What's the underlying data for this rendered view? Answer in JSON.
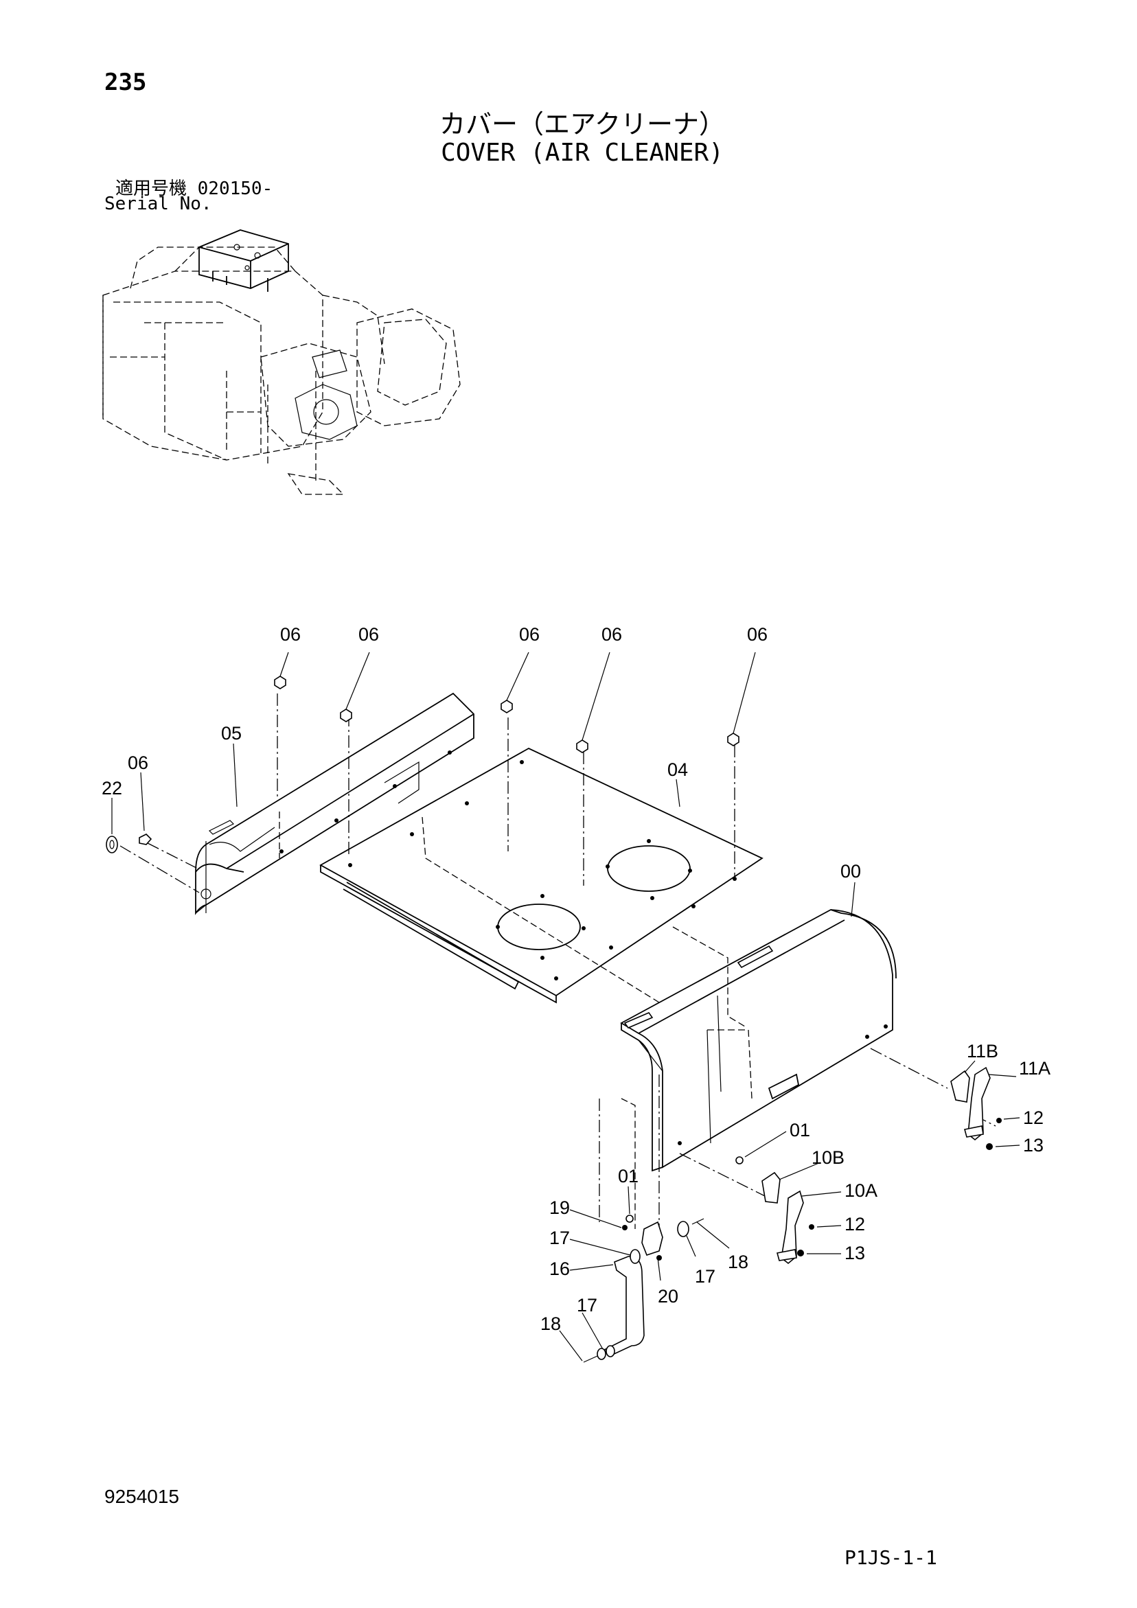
{
  "header": {
    "page_number": "235",
    "title_jp": "カバー（エアクリーナ）",
    "title_en": "COVER (AIR CLEANER)",
    "serial_jp": "適用号機  020150-",
    "serial_en": "Serial No."
  },
  "footer": {
    "drawing_code": "9254015",
    "page_code": "P1JS-1-1"
  },
  "callouts": {
    "c00": "00",
    "c01a": "01",
    "c01b": "01",
    "c04": "04",
    "c05": "05",
    "c06a": "06",
    "c06b": "06",
    "c06c": "06",
    "c06d": "06",
    "c06e": "06",
    "c06f": "06",
    "c10a": "10A",
    "c10b": "10B",
    "c11a": "11A",
    "c11b": "11B",
    "c12a": "12",
    "c12b": "12",
    "c13a": "13",
    "c13b": "13",
    "c16": "16",
    "c17a": "17",
    "c17b": "17",
    "c17c": "17",
    "c18a": "18",
    "c18b": "18",
    "c19": "19",
    "c20": "20",
    "c22": "22"
  }
}
